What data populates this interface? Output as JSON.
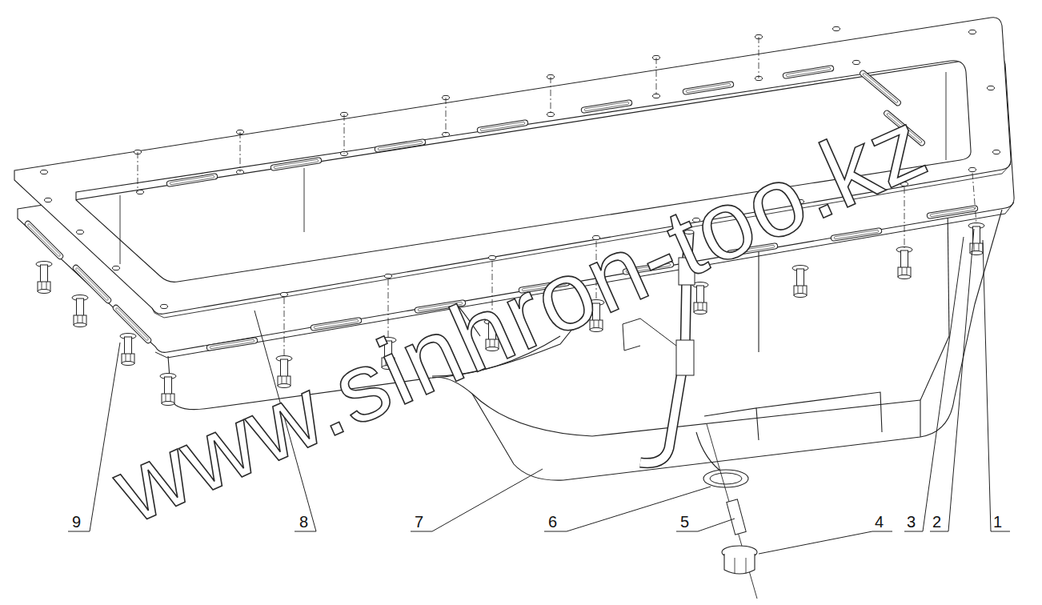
{
  "diagram": {
    "labels": [
      "9",
      "8",
      "7",
      "6",
      "5",
      "4",
      "3",
      "2",
      "1",
      "www.sinhron-too.kz"
    ]
  }
}
